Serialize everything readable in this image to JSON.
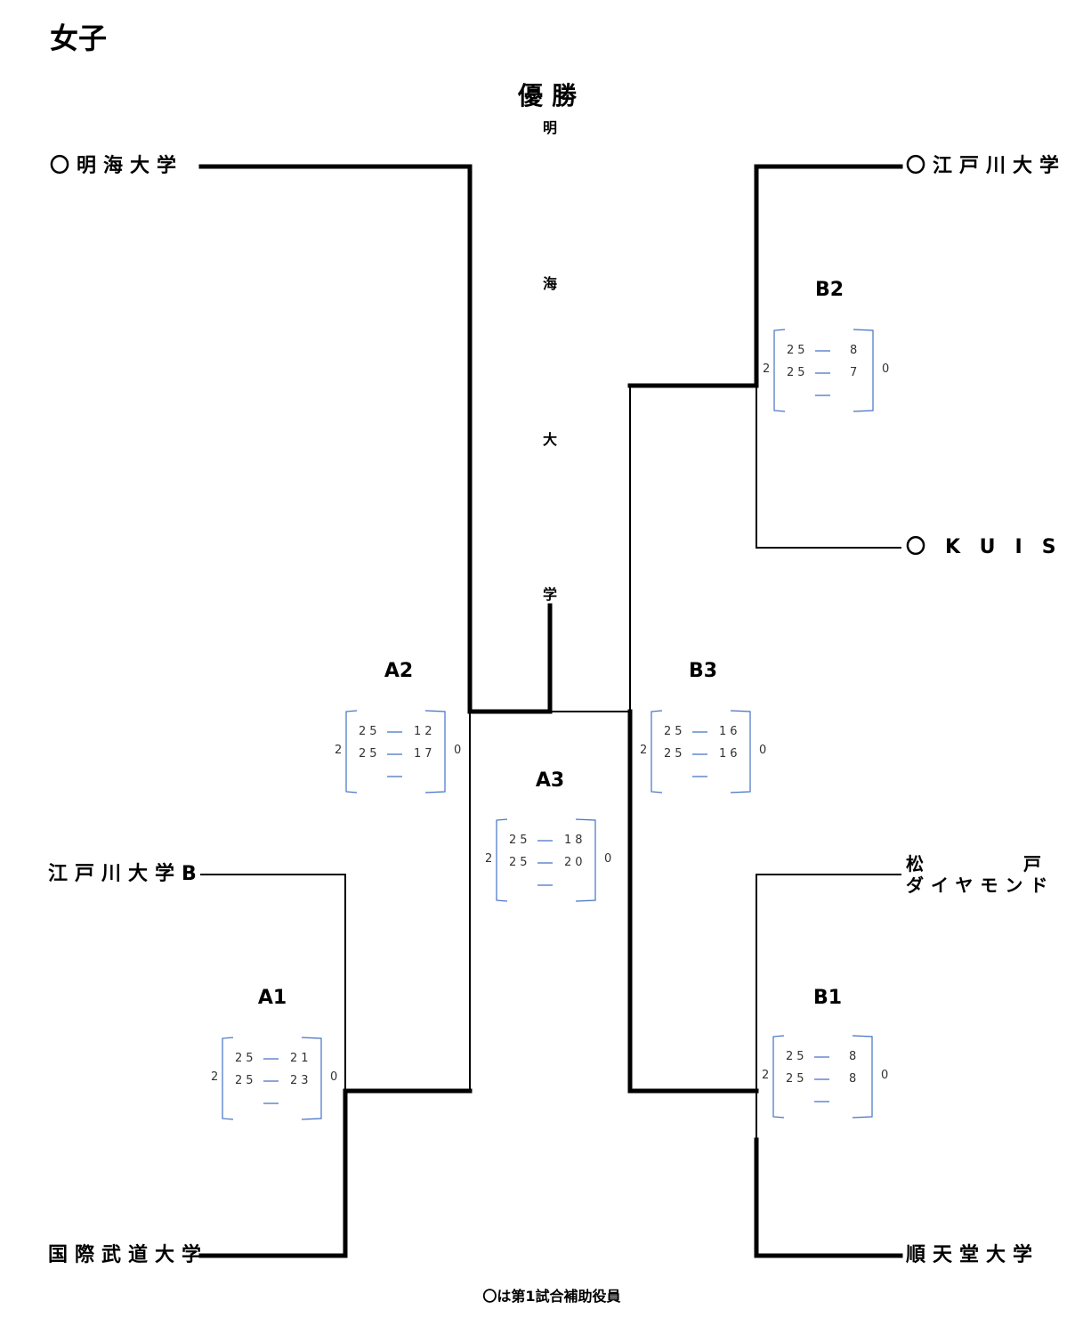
{
  "title": "女子",
  "champion": {
    "label": "優勝",
    "name_chars": [
      "明",
      "海",
      "大",
      "学"
    ]
  },
  "teams": {
    "left_top": "〇明海大学",
    "left_mid": "江戸川大学B",
    "left_bottom": "国際武道大学",
    "right_top": "〇江戸川大学",
    "right_upper_mid": "〇KUIS",
    "right_lower_mid_line1": "松　　　　　戸",
    "right_lower_mid_line2": "ダイヤモンド",
    "right_bottom": "順天堂大学"
  },
  "matches": [
    {
      "id": "A1",
      "left_sets": "2",
      "right_sets": "0",
      "sets": [
        [
          "25",
          "21"
        ],
        [
          "25",
          "23"
        ],
        [
          "",
          ""
        ]
      ]
    },
    {
      "id": "A2",
      "left_sets": "2",
      "right_sets": "0",
      "sets": [
        [
          "25",
          "12"
        ],
        [
          "25",
          "17"
        ],
        [
          "",
          ""
        ]
      ]
    },
    {
      "id": "A3",
      "left_sets": "2",
      "right_sets": "0",
      "sets": [
        [
          "25",
          "18"
        ],
        [
          "25",
          "20"
        ],
        [
          "",
          ""
        ]
      ]
    },
    {
      "id": "B1",
      "left_sets": "2",
      "right_sets": "0",
      "sets": [
        [
          "25",
          "8"
        ],
        [
          "25",
          "8"
        ],
        [
          "",
          ""
        ]
      ]
    },
    {
      "id": "B2",
      "left_sets": "2",
      "right_sets": "0",
      "sets": [
        [
          "25",
          "8"
        ],
        [
          "25",
          "7"
        ],
        [
          "",
          ""
        ]
      ]
    },
    {
      "id": "B3",
      "left_sets": "2",
      "right_sets": "0",
      "sets": [
        [
          "25",
          "16"
        ],
        [
          "25",
          "16"
        ],
        [
          "",
          ""
        ]
      ]
    }
  ],
  "note": "〇は第1試合補助役員",
  "colors": {
    "line": "#000000",
    "score_bracket": "#4472c4",
    "score_text": "#333333"
  }
}
